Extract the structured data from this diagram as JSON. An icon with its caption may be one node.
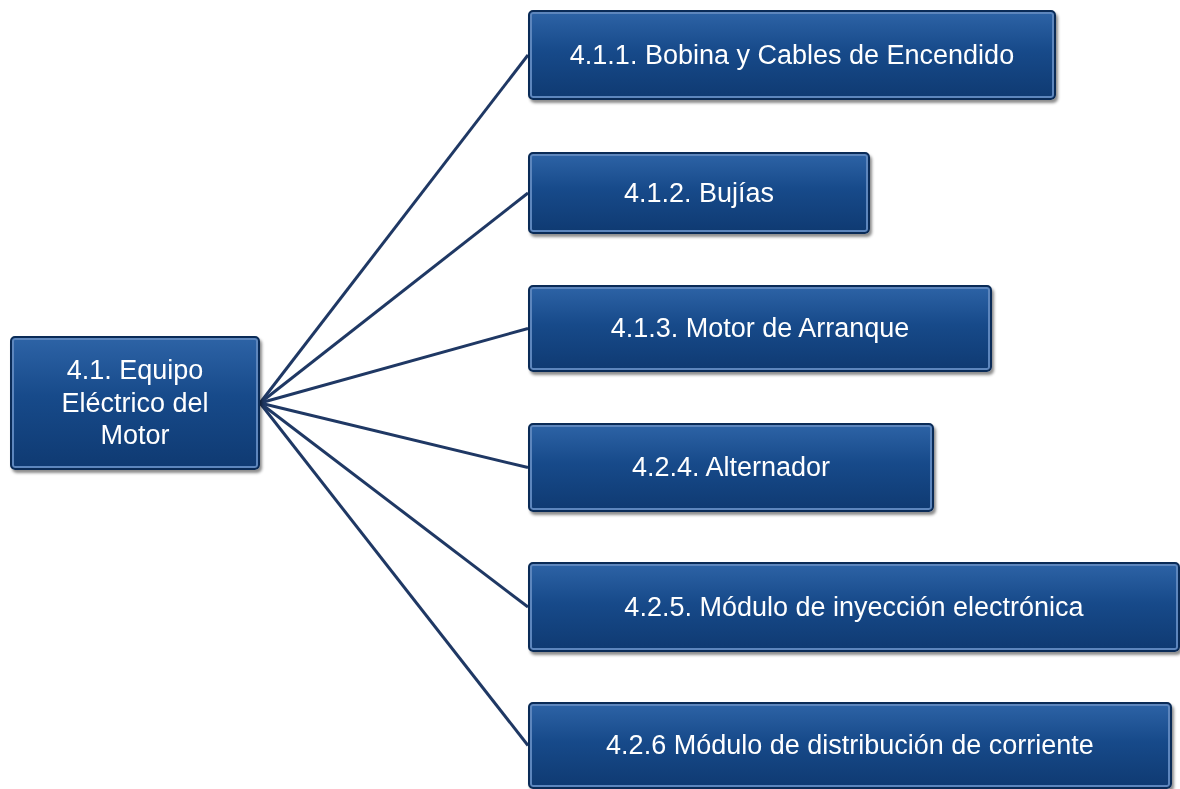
{
  "diagram": {
    "nodes": [
      {
        "text": [
          "4.1. Equipo Eléctrico del Motor"
        ]
      },
      {
        "text": [
          "4.1.1. Bobina y Cables de Encendido"
        ]
      },
      {
        "text": [
          "4.1.2. Bujías"
        ]
      },
      {
        "text": [
          "4.1.3. Motor de Arranque"
        ]
      },
      {
        "text": [
          "4.2.4. Alternador"
        ]
      },
      {
        "text": [
          "4.2.5. Módulo de inyección electrónica"
        ]
      },
      {
        "text": [
          "4.2.6 Módulo de distribución de corriente"
        ]
      }
    ],
    "edges": [
      {
        "from": 0,
        "to": 1,
        "arrow": "none"
      },
      {
        "from": 0,
        "to": 2,
        "arrow": "none"
      },
      {
        "from": 0,
        "to": 3,
        "arrow": "none"
      },
      {
        "from": 0,
        "to": 4,
        "arrow": "none"
      },
      {
        "from": 0,
        "to": 5,
        "arrow": "none"
      },
      {
        "from": 0,
        "to": 6,
        "arrow": "none"
      }
    ]
  }
}
